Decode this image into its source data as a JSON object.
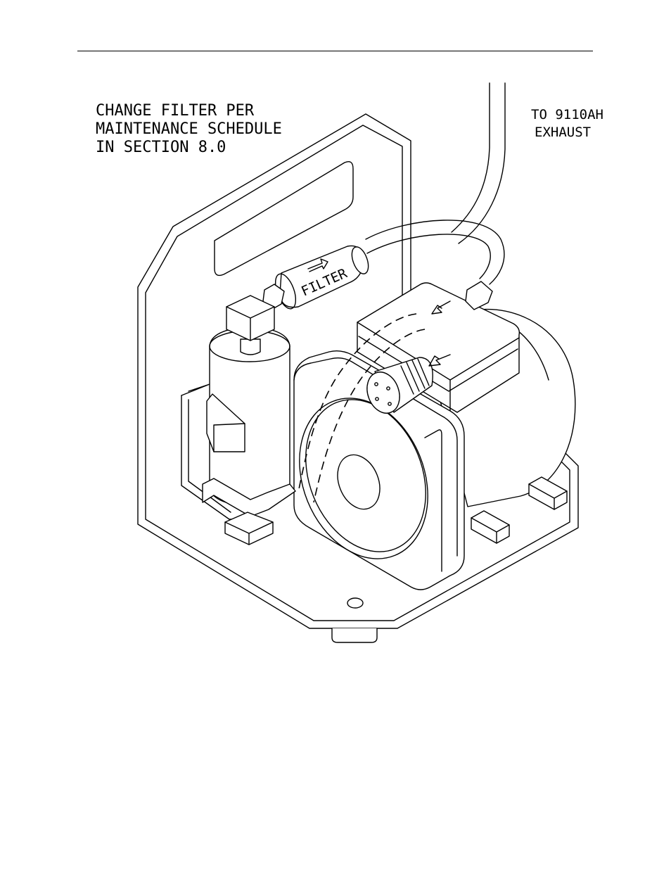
{
  "note": {
    "lines": [
      "CHANGE FILTER PER",
      "MAINTENANCE SCHEDULE",
      "IN SECTION 8.0"
    ]
  },
  "exhaust_label": {
    "lines": [
      "TO 9110AH",
      "EXHAUST"
    ]
  },
  "filter_label": "FILTER"
}
